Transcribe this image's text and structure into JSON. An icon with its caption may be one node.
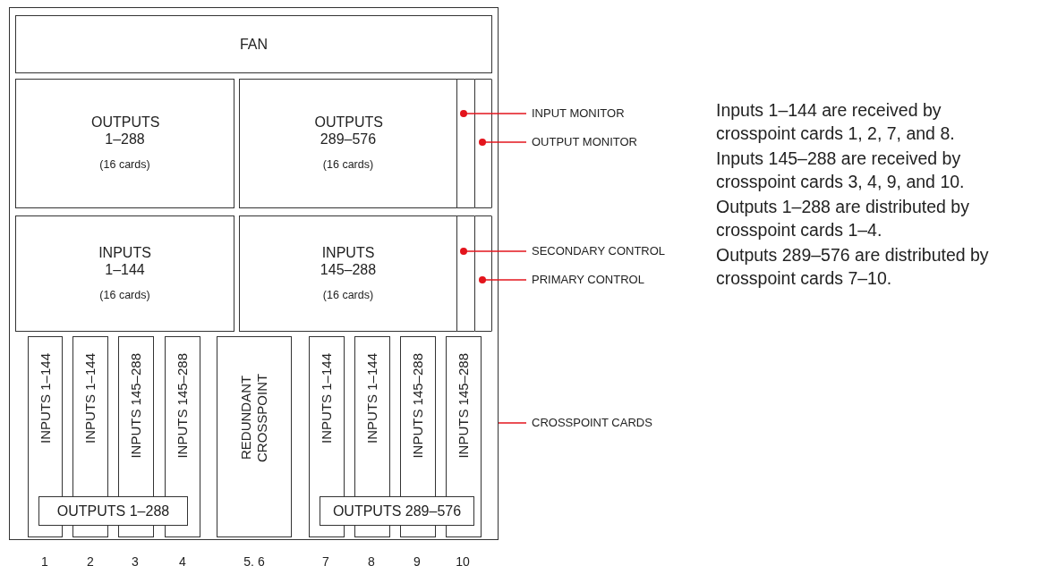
{
  "diagram": {
    "nodes": [
      {
        "text": [],
        "shape": "box"
      },
      {
        "text": [
          "FAN"
        ],
        "in": 0
      },
      {
        "text": [
          "OUTPUTS 1–288",
          "(16 cards)"
        ],
        "in": 0
      },
      {
        "text": [
          "OUTPUTS 289–576",
          "(16 cards)"
        ],
        "in": 0
      },
      {
        "text": [],
        "shape": "bar",
        "in": 0
      },
      {
        "text": [],
        "shape": "bar",
        "in": 0
      },
      {
        "text": [
          "INPUTS 1–144",
          "(16 cards)"
        ],
        "in": 0
      },
      {
        "text": [
          "INPUTS 145–288",
          "(16 cards)"
        ],
        "in": 0
      },
      {
        "text": [],
        "shape": "bar",
        "in": 0
      },
      {
        "text": [],
        "shape": "bar",
        "in": 0
      },
      {
        "text": [
          "INPUTS 1–144"
        ],
        "in": 0
      },
      {
        "text": [
          "INPUTS 1–144"
        ],
        "in": 0
      },
      {
        "text": [
          "INPUTS 145–288"
        ],
        "in": 0
      },
      {
        "text": [
          "INPUTS 145–288"
        ],
        "in": 0
      },
      {
        "text": [
          "REDUNDANT CROSSPOINT"
        ],
        "in": 0
      },
      {
        "text": [
          "INPUTS 1–144"
        ],
        "in": 0
      },
      {
        "text": [
          "INPUTS 1–144"
        ],
        "in": 0
      },
      {
        "text": [
          "INPUTS 145–288"
        ],
        "in": 0
      },
      {
        "text": [
          "INPUTS 145–288"
        ],
        "in": 0
      },
      {
        "text": [
          "OUTPUTS 1–288"
        ],
        "in": 0
      },
      {
        "text": [
          "OUTPUTS 289–576"
        ],
        "in": 0
      },
      {
        "text": [
          "INPUT MONITOR"
        ]
      },
      {
        "text": [
          "OUTPUT MONITOR"
        ]
      },
      {
        "text": [
          "SECONDARY CONTROL"
        ]
      },
      {
        "text": [
          "PRIMARY CONTROL"
        ]
      },
      {
        "text": [
          "CROSSPOINT CARDS"
        ]
      }
    ],
    "edges": [
      {
        "from": 21,
        "to": 4,
        "arrow": "other",
        "color": "#e3141c"
      },
      {
        "from": 22,
        "to": 5,
        "arrow": "other",
        "color": "#e3141c"
      },
      {
        "from": 23,
        "to": 8,
        "arrow": "other",
        "color": "#e3141c"
      },
      {
        "from": 24,
        "to": 9,
        "arrow": "other",
        "color": "#e3141c"
      },
      {
        "from": 25,
        "to": 0,
        "arrow": "none",
        "color": "#e3141c"
      }
    ],
    "labels": [
      "1",
      "2",
      "3",
      "4",
      "5. 6",
      "7",
      "8",
      "9",
      "10",
      "Inputs 1–144 are received by crosspoint cards 1, 2, 7, and 8.",
      "Inputs 145–288 are received by crosspoint cards 3, 4, 9, and 10.",
      "Outputs 1–288 are distributed by crosspoint cards 1–4.",
      "Outputs 289–576 are distributed by crosspoint cards 7–10."
    ]
  }
}
